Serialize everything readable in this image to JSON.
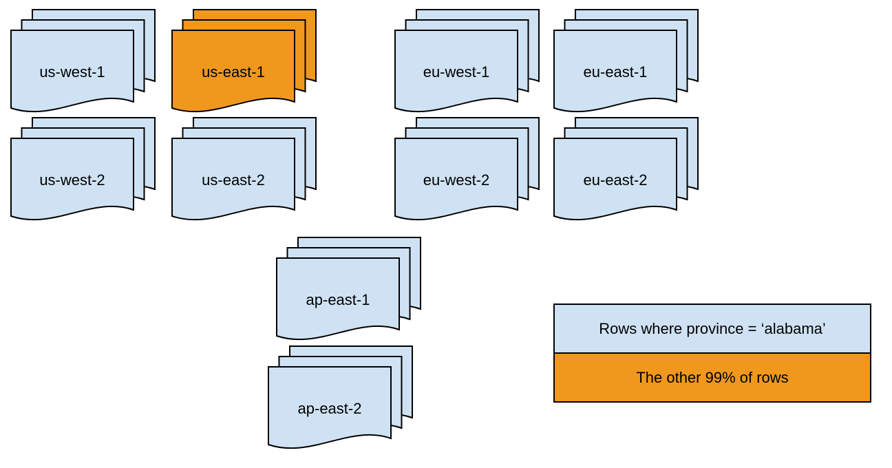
{
  "colors": {
    "partition_blue": "#cfe2f3",
    "partition_orange": "#f0981e",
    "outline": "#000000"
  },
  "stacks": [
    {
      "label": "us-west-1",
      "fill": "#cfe2f3"
    },
    {
      "label": "us-east-1",
      "fill": "#f0981e"
    },
    {
      "label": "eu-west-1",
      "fill": "#cfe2f3"
    },
    {
      "label": "eu-east-1",
      "fill": "#cfe2f3"
    },
    {
      "label": "us-west-2",
      "fill": "#cfe2f3"
    },
    {
      "label": "us-east-2",
      "fill": "#cfe2f3"
    },
    {
      "label": "eu-west-2",
      "fill": "#cfe2f3"
    },
    {
      "label": "eu-east-2",
      "fill": "#cfe2f3"
    },
    {
      "label": "ap-east-1",
      "fill": "#cfe2f3"
    },
    {
      "label": "ap-east-2",
      "fill": "#cfe2f3"
    }
  ],
  "legend": {
    "items": [
      {
        "label": "Rows where province = ‘alabama’",
        "color": "#cfe2f3"
      },
      {
        "label": "The other 99% of rows",
        "color": "#f0981e"
      }
    ]
  }
}
